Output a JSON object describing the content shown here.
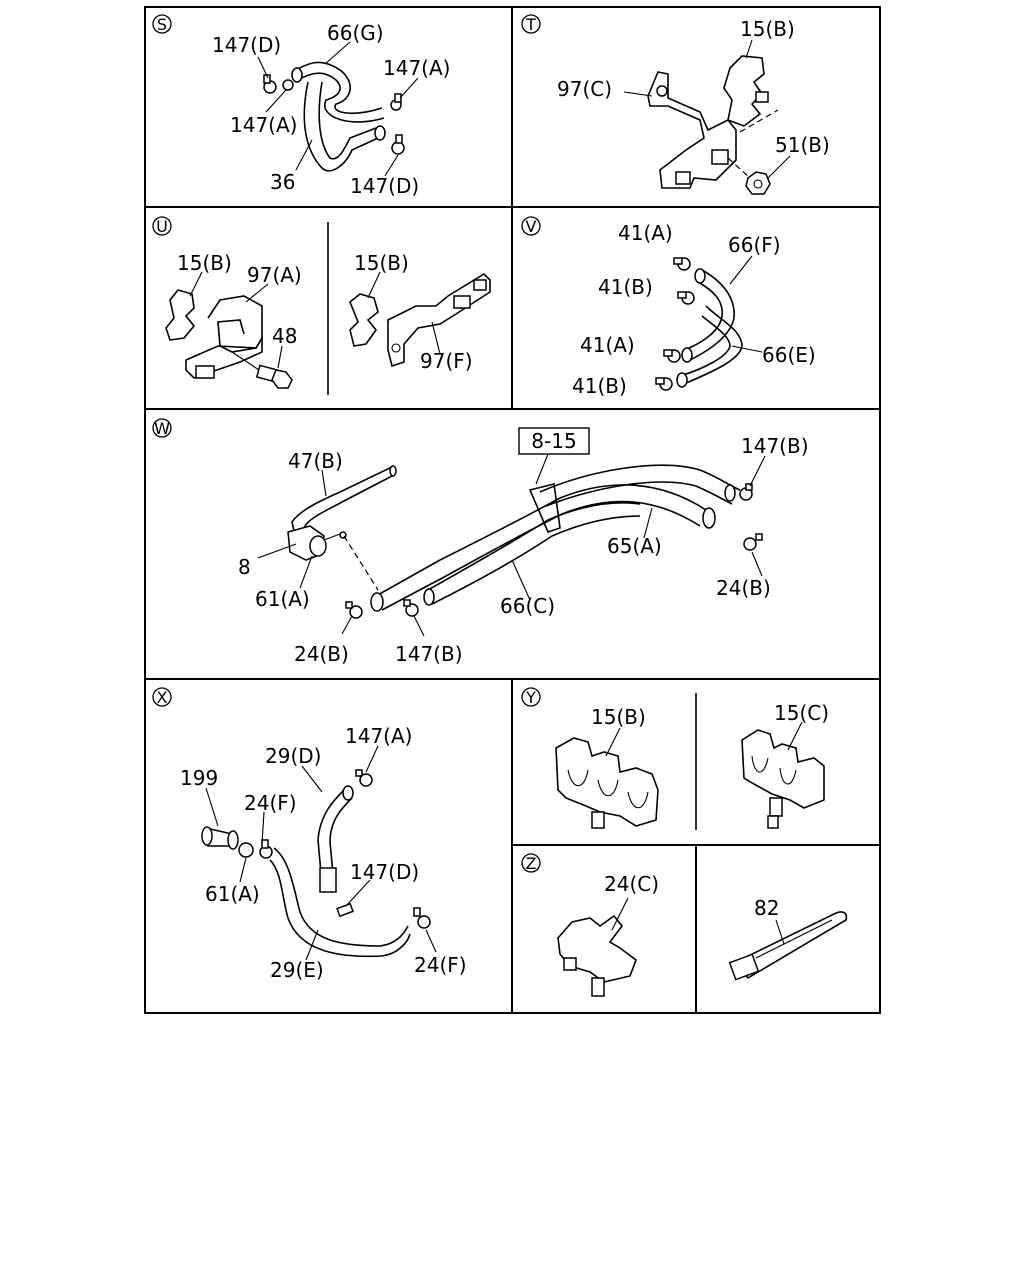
{
  "panels": {
    "S": {
      "id": "S",
      "labels": {
        "l1": "147(D)",
        "l2": "66(G)",
        "l3": "147(A)",
        "l4": "147(A)",
        "l5": "36",
        "l6": "147(D)"
      }
    },
    "T": {
      "id": "T",
      "labels": {
        "l1": "15(B)",
        "l2": "97(C)",
        "l3": "51(B)"
      }
    },
    "U": {
      "id": "U",
      "labels": {
        "l1": "15(B)",
        "l2": "97(A)",
        "l3": "48",
        "l4": "15(B)",
        "l5": "97(F)"
      }
    },
    "V": {
      "id": "V",
      "labels": {
        "l1": "41(A)",
        "l2": "66(F)",
        "l3": "41(B)",
        "l4": "41(A)",
        "l5": "66(E)",
        "l6": "41(B)"
      }
    },
    "W": {
      "id": "W",
      "labels": {
        "ref": "8-15",
        "l1": "47(B)",
        "l2": "147(B)",
        "l3": "65(A)",
        "l4": "8",
        "l5": "61(A)",
        "l6": "66(C)",
        "l7": "24(B)",
        "l8": "24(B)",
        "l9": "147(B)"
      }
    },
    "X": {
      "id": "X",
      "labels": {
        "l1": "147(A)",
        "l2": "29(D)",
        "l3": "199",
        "l4": "24(F)",
        "l5": "147(D)",
        "l6": "61(A)",
        "l7": "29(E)",
        "l8": "24(F)"
      }
    },
    "Y": {
      "id": "Y",
      "labels": {
        "l1": "15(B)",
        "l2": "15(C)"
      }
    },
    "Z": {
      "id": "Z",
      "labels": {
        "l1": "24(C)",
        "l2": "82"
      }
    }
  }
}
